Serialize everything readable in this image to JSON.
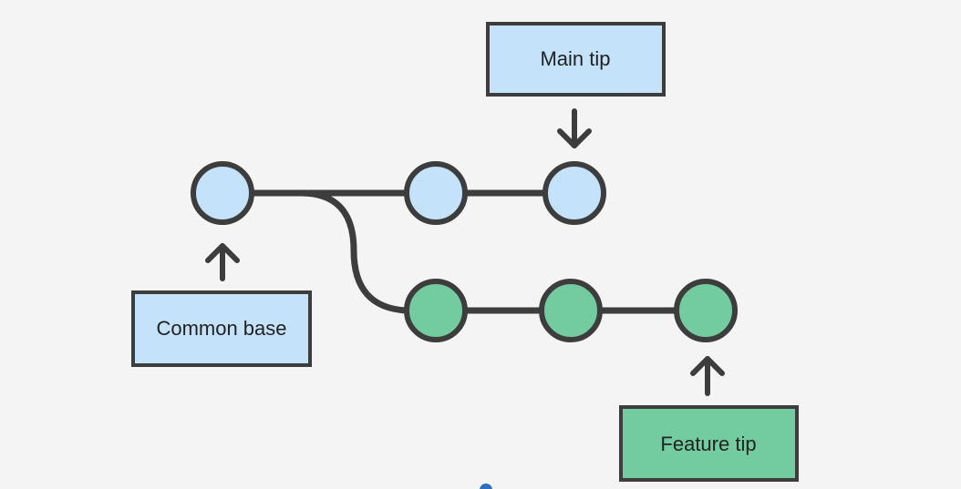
{
  "labels": {
    "main_tip": "Main tip",
    "common_base": "Common base",
    "feature_tip": "Feature tip"
  },
  "colors": {
    "background": "#f4f4f4",
    "main_branch_fill": "#c4e2fa",
    "feature_branch_fill": "#72cca0",
    "stroke": "#3d3d3d",
    "scroll_indicator": "#2f6fc2"
  },
  "branches": {
    "main": {
      "commit_count": 3
    },
    "feature": {
      "commit_count": 3
    }
  }
}
